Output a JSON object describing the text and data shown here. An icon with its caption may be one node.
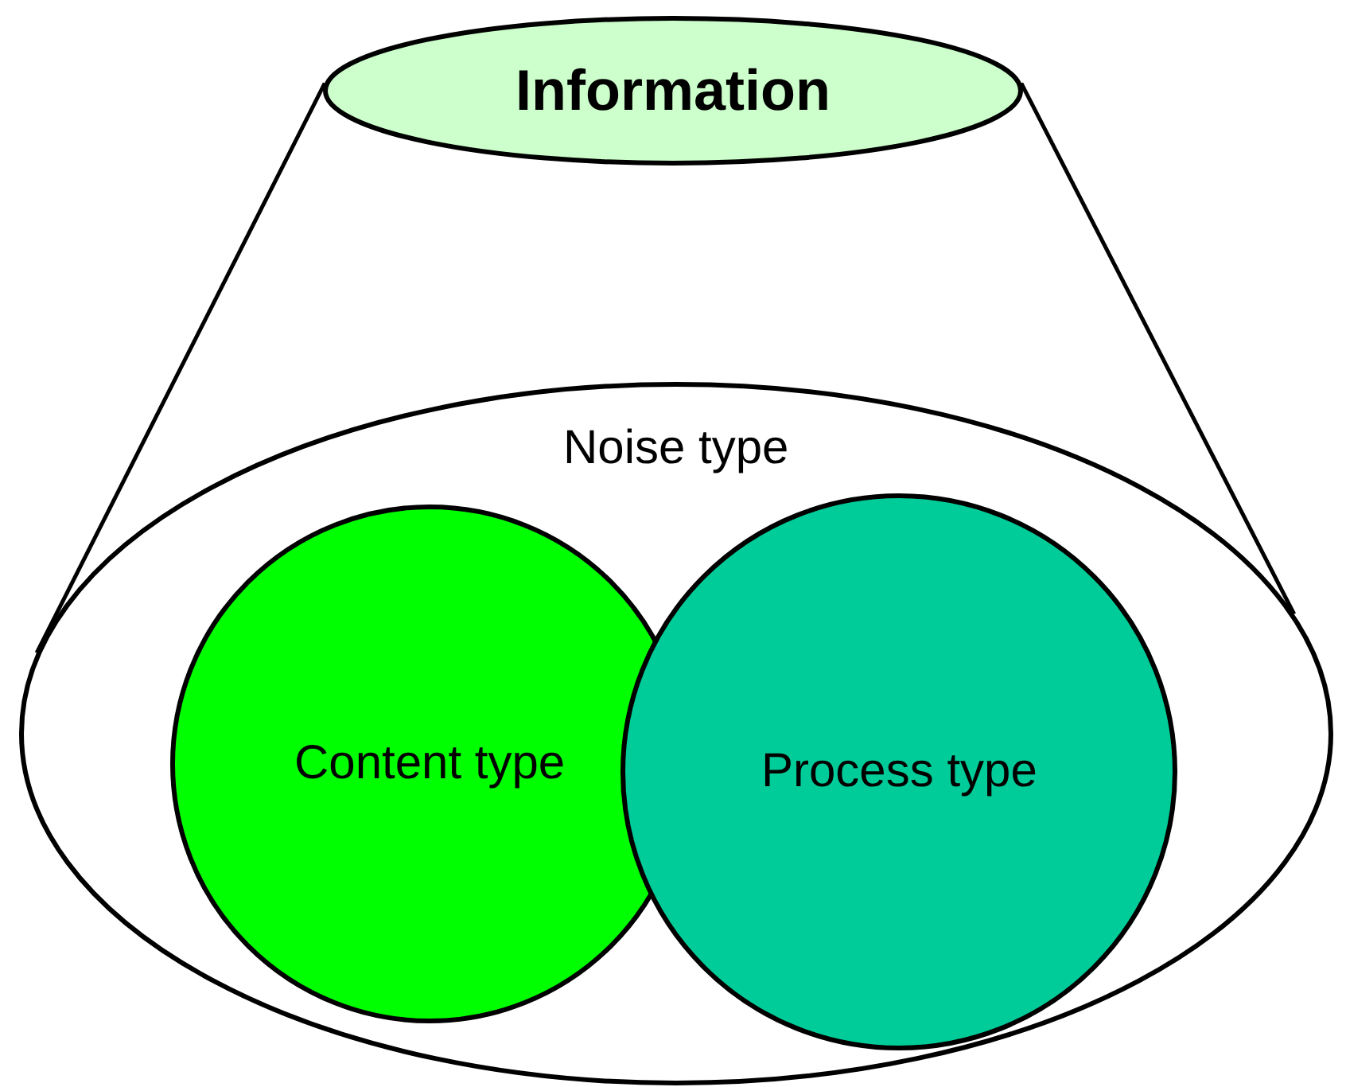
{
  "diagram": {
    "nodes": [
      {
        "text": [
          "Information"
        ]
      },
      {
        "text": [
          "Noise type"
        ]
      },
      {
        "text": [
          "Content type"
        ],
        "in": 1
      },
      {
        "text": [
          "Process type"
        ],
        "in": 1
      }
    ],
    "edges": [
      {
        "from": 0,
        "to": 1,
        "arrow": "none"
      },
      {
        "from": 0,
        "to": 1,
        "arrow": "none"
      }
    ]
  }
}
